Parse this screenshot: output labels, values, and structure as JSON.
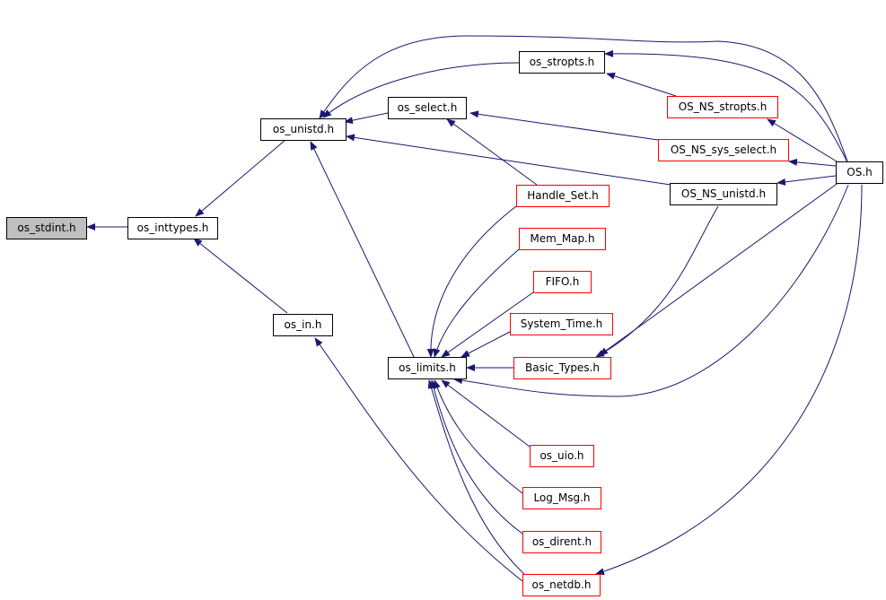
{
  "colors": {
    "edge": "#191970",
    "box_default": "#000000",
    "box_red": "#ff0000",
    "root_fill": "#bfbfbf"
  },
  "nodes": {
    "os_stdint": "os_stdint.h",
    "os_inttypes": "os_inttypes.h",
    "os_unistd": "os_unistd.h",
    "os_in": "os_in.h",
    "os_limits": "os_limits.h",
    "os_select": "os_select.h",
    "os_stropts": "os_stropts.h",
    "OS_NS_stropts": "OS_NS_stropts.h",
    "OS_NS_sys_select": "OS_NS_sys_select.h",
    "OS_NS_unistd": "OS_NS_unistd.h",
    "OS": "OS.h",
    "Handle_Set": "Handle_Set.h",
    "Mem_Map": "Mem_Map.h",
    "FIFO": "FIFO.h",
    "System_Time": "System_Time.h",
    "Basic_Types": "Basic_Types.h",
    "os_uio": "os_uio.h",
    "Log_Msg": "Log_Msg.h",
    "os_dirent": "os_dirent.h",
    "os_netdb": "os_netdb.h"
  }
}
